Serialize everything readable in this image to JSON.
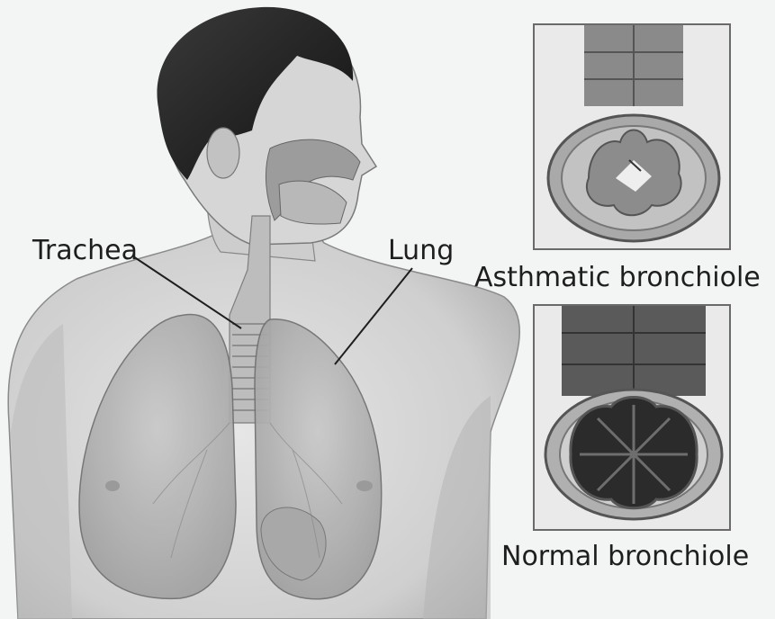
{
  "labels": {
    "trachea": "Trachea",
    "lung": "Lung",
    "asthmatic": "Asthmatic bronchiole",
    "normal": "Normal bronchiole"
  }
}
